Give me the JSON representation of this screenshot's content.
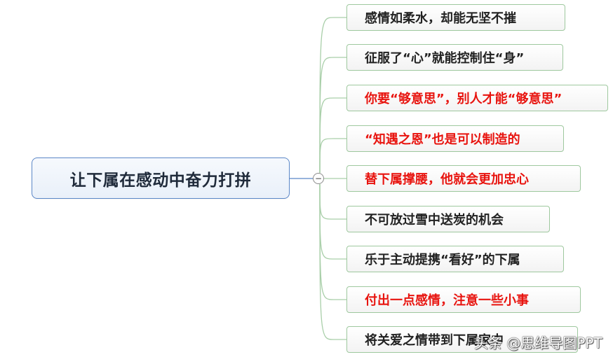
{
  "root": {
    "label": "让下属在感动中奋力打拼",
    "toggle_symbol": "−"
  },
  "branches": [
    {
      "label": "感情如柔水，却能无坚不摧",
      "highlight": false
    },
    {
      "label": "征服了“心”就能控制住“身”",
      "highlight": false
    },
    {
      "label": "你要“够意思”，别人才能“够意思”",
      "highlight": true
    },
    {
      "label": "“知遇之恩”也是可以制造的",
      "highlight": true
    },
    {
      "label": "替下属撑腰，他就会更加忠心",
      "highlight": true
    },
    {
      "label": "不可放过雪中送炭的机会",
      "highlight": false
    },
    {
      "label": "乐于主动提携“看好”的下属",
      "highlight": false
    },
    {
      "label": "付出一点感情，注意一些小事",
      "highlight": true
    },
    {
      "label": "将关爱之情带到下属家中",
      "highlight": false
    }
  ],
  "watermark": "头条 @思维导图PPT",
  "colors": {
    "highlight_text": "#e8140f",
    "normal_text": "#222222",
    "branch_border": "#9ec89e",
    "connector": "#a9cfa9",
    "root_border": "#5b87c7"
  }
}
